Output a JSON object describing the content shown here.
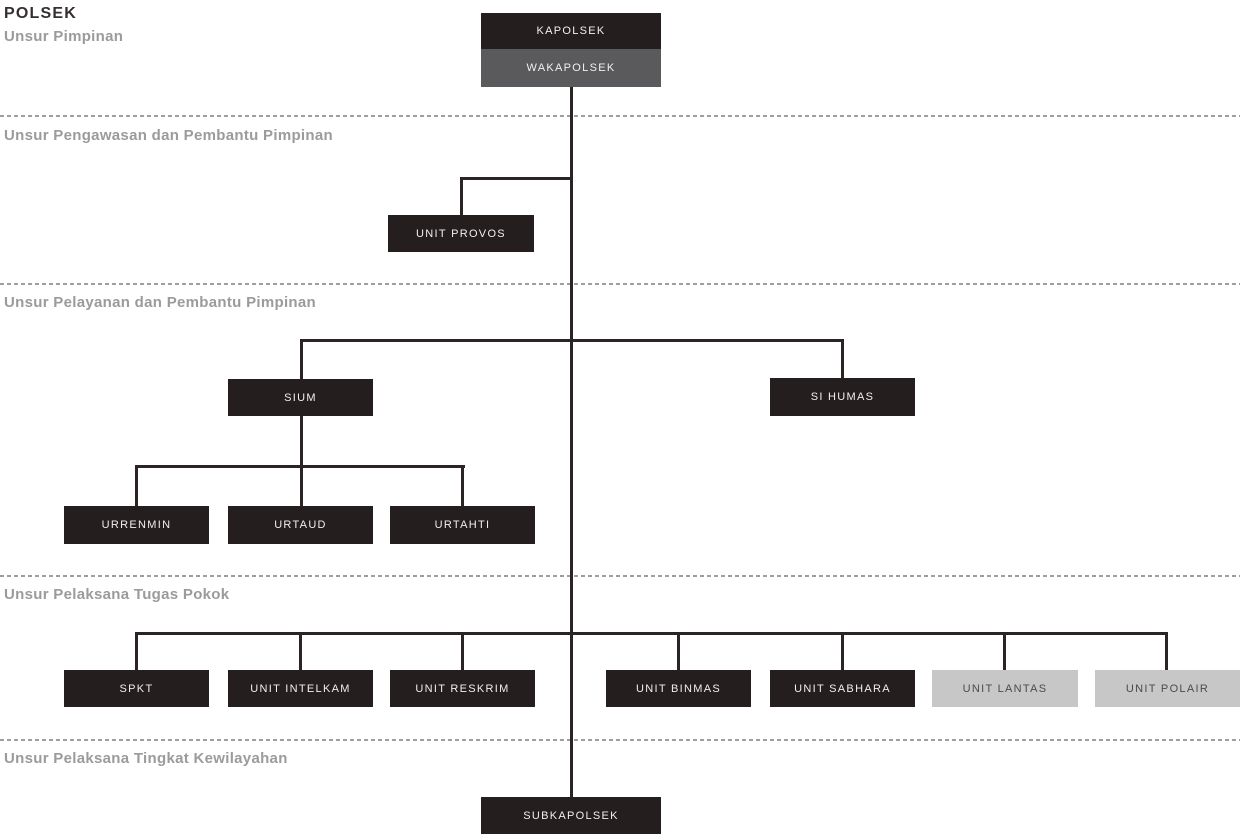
{
  "title": "POLSEK",
  "sections": [
    {
      "label": "Unsur Pimpinan"
    },
    {
      "label": "Unsur Pengawasan dan Pembantu Pimpinan"
    },
    {
      "label": "Unsur Pelayanan dan Pembantu Pimpinan"
    },
    {
      "label": "Unsur Pelaksana Tugas Pokok"
    },
    {
      "label": "Unsur Pelaksana Tingkat Kewilayahan"
    }
  ],
  "nodes": {
    "kapolsek": {
      "label": "KAPOLSEK",
      "variant": "dark",
      "section": "Unsur Pimpinan"
    },
    "wakapolsek": {
      "label": "WAKAPOLSEK",
      "variant": "gray",
      "section": "Unsur Pimpinan"
    },
    "unit_provos": {
      "label": "UNIT PROVOS",
      "variant": "dark",
      "section": "Unsur Pengawasan dan Pembantu Pimpinan"
    },
    "sium": {
      "label": "SIUM",
      "variant": "dark",
      "section": "Unsur Pelayanan dan Pembantu Pimpinan"
    },
    "si_humas": {
      "label": "SI HUMAS",
      "variant": "dark",
      "section": "Unsur Pelayanan dan Pembantu Pimpinan"
    },
    "urrenmin": {
      "label": "URRENMIN",
      "variant": "dark",
      "section": "Unsur Pelayanan dan Pembantu Pimpinan"
    },
    "urtaud": {
      "label": "URTAUD",
      "variant": "dark",
      "section": "Unsur Pelayanan dan Pembantu Pimpinan"
    },
    "urtahti": {
      "label": "URTAHTI",
      "variant": "dark",
      "section": "Unsur Pelayanan dan Pembantu Pimpinan"
    },
    "spkt": {
      "label": "SPKT",
      "variant": "dark",
      "section": "Unsur Pelaksana Tugas Pokok"
    },
    "unit_intelkam": {
      "label": "UNIT INTELKAM",
      "variant": "dark",
      "section": "Unsur Pelaksana Tugas Pokok"
    },
    "unit_reskrim": {
      "label": "UNIT RESKRIM",
      "variant": "dark",
      "section": "Unsur Pelaksana Tugas Pokok"
    },
    "unit_binmas": {
      "label": "UNIT BINMAS",
      "variant": "dark",
      "section": "Unsur Pelaksana Tugas Pokok"
    },
    "unit_sabhara": {
      "label": "UNIT SABHARA",
      "variant": "dark",
      "section": "Unsur Pelaksana Tugas Pokok"
    },
    "unit_lantas": {
      "label": "UNIT LANTAS",
      "variant": "light",
      "section": "Unsur Pelaksana Tugas Pokok"
    },
    "unit_polair": {
      "label": "UNIT POLAIR",
      "variant": "light",
      "section": "Unsur Pelaksana Tugas Pokok"
    },
    "subkapolsek": {
      "label": "SUBKAPOLSEK",
      "variant": "dark",
      "section": "Unsur Pelaksana Tingkat Kewilayahan"
    }
  },
  "hierarchy": {
    "KAPOLSEK": {
      "deputy": "WAKAPOLSEK",
      "children": [
        "UNIT PROVOS",
        "SIUM",
        "SI HUMAS",
        "SPKT",
        "UNIT INTELKAM",
        "UNIT RESKRIM",
        "UNIT BINMAS",
        "UNIT SABHARA",
        "UNIT LANTAS",
        "UNIT POLAIR",
        "SUBKAPOLSEK"
      ]
    },
    "SIUM": {
      "children": [
        "URRENMIN",
        "URTAUD",
        "URTAHTI"
      ]
    }
  },
  "colors": {
    "dark_box": "#241e1f",
    "gray_box": "#5a595b",
    "light_box": "#c8c7c7",
    "connector_line": "#2b2425",
    "divider": "#a09e9e",
    "section_label_text": "#9c9a9b",
    "title_text": "#35302f",
    "box_text_on_dark": "#f1efef",
    "box_text_on_light": "#4b4b4d"
  }
}
